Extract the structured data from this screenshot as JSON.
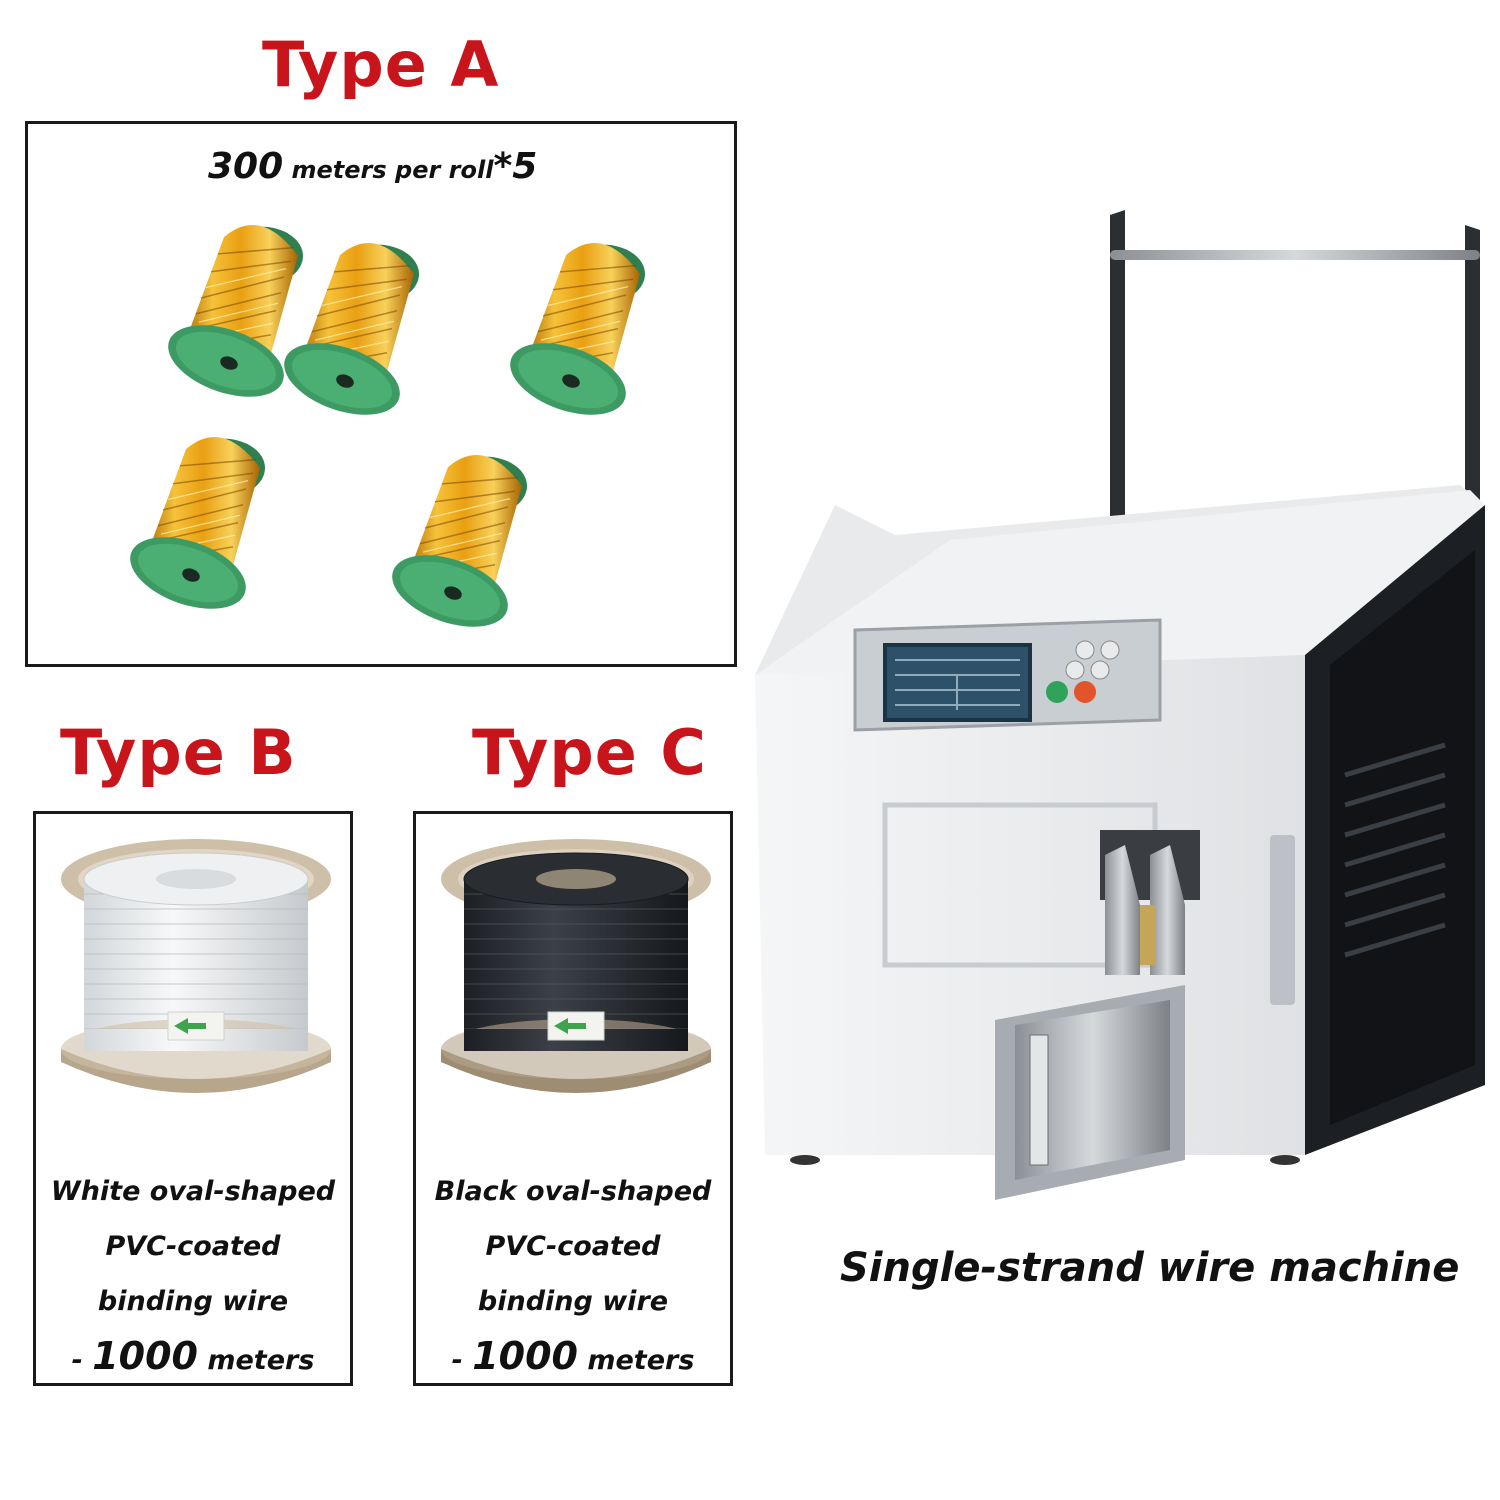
{
  "type_a": {
    "title": "Type A",
    "caption_number": "300",
    "caption_text": "meters per roll",
    "caption_multiplier": "*5",
    "spool_count": 5,
    "spool_color": "gold"
  },
  "type_b": {
    "title": "Type B",
    "lines": [
      "White oval-shaped",
      "PVC-coated",
      "binding wire"
    ],
    "length_prefix": "- ",
    "length_value": "1000",
    "length_unit": " meters",
    "reel_color": "white"
  },
  "type_c": {
    "title": "Type C",
    "lines": [
      "Black oval-shaped",
      "PVC-coated",
      "binding wire"
    ],
    "length_prefix": "- ",
    "length_value": "1000",
    "length_unit": " meters",
    "reel_color": "black"
  },
  "machine": {
    "caption": "Single-strand wire machine"
  },
  "colors": {
    "title_red": "#c8141b",
    "spool_gold": "#e8a316",
    "spool_flange_green": "#3d9a63"
  }
}
